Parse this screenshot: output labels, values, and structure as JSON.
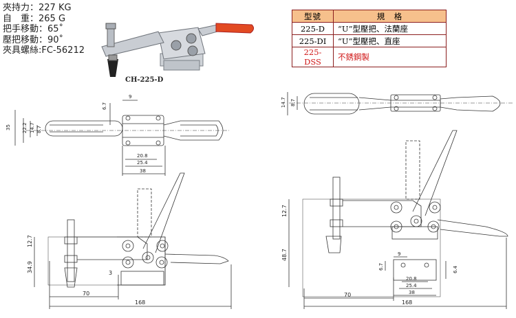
{
  "specs": {
    "force": "夾持力：227 KG",
    "weight": "自　重：265 G",
    "handle_travel": "把手移動：65˚",
    "bar_travel": "壓把移動：90˚",
    "spindle": "夾具螺絲:FC-56212"
  },
  "photo": {
    "caption": "CH-225-D"
  },
  "model_table": {
    "header_model": "型號",
    "header_spec": "規　格",
    "rows": [
      {
        "model": "225-D",
        "spec": "“U”型壓把、法蘭座"
      },
      {
        "model": "225-DI",
        "spec": "“U”型壓把、直座"
      },
      {
        "model": "225-DSS",
        "spec": "不銹鋼製"
      }
    ]
  },
  "left_top_view": {
    "d35": "35",
    "d22_2": "22.2",
    "d14_7": "14.7",
    "d8_7": "8.7",
    "d6_7": "6.7",
    "d9": "9",
    "d20_8": "20.8",
    "d25_4": "25.4",
    "d38": "38"
  },
  "left_side_view": {
    "d12_7": "12.7",
    "d34_9": "34.9",
    "d3": "3",
    "d70": "70",
    "d168": "168"
  },
  "right_top_view": {
    "d14_7": "14.7",
    "d8_7": "8.7"
  },
  "right_side_view": {
    "d12_7": "12.7",
    "d48_7": "48.7",
    "d9": "9",
    "d6_7": "6.7",
    "d6_4": "6.4",
    "d20_8": "20.8",
    "d25_4": "25.4",
    "d38": "38",
    "d70": "70",
    "d168": "168"
  }
}
